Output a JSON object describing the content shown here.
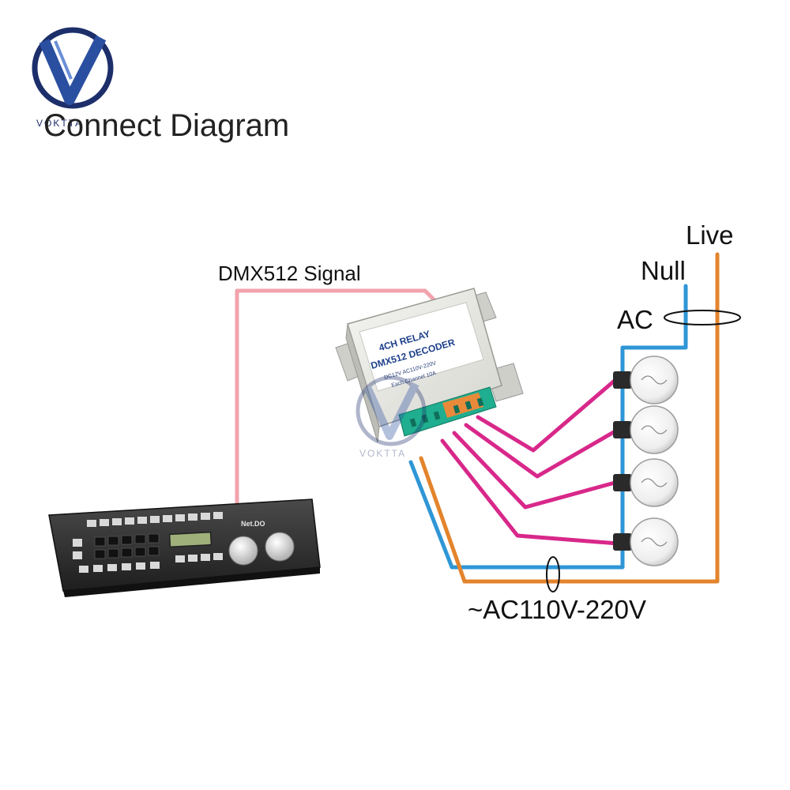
{
  "title": "Connect Diagram",
  "brand": {
    "name": "VOKTTA"
  },
  "labels": {
    "signal": "DMX512 Signal",
    "null": "Null",
    "live": "Live",
    "ac": "AC",
    "supply": "~AC110V-220V"
  },
  "decoder": {
    "line1": "4CH RELAY",
    "line2": "DMX512 DECODER",
    "line3": "DC12V  AC110V-220V",
    "line4": "Each Channel 10A"
  },
  "controller": {
    "brand": "Net.DO"
  },
  "lamps": {
    "count": 4
  },
  "colors": {
    "signal": "#f2a3ad",
    "null": "#2f96d6",
    "live": "#e3842c",
    "load": "#d8288a",
    "live_label": "#d62a2a"
  }
}
